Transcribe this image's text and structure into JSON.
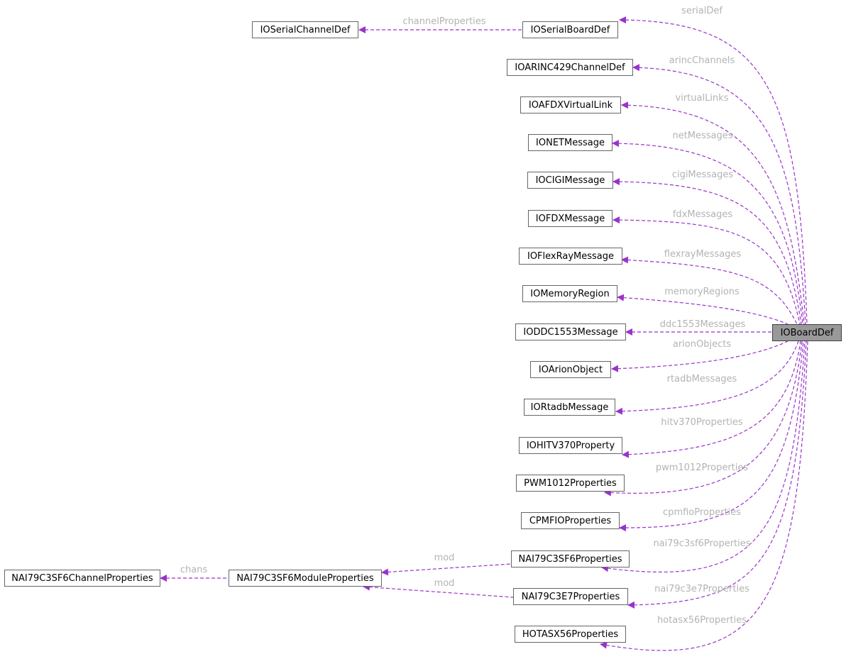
{
  "colors": {
    "edge": "#9a32cd",
    "label": "#b3b3b3",
    "node_border": "#666666",
    "root_fill": "#999999"
  },
  "nodes": {
    "root": "IOBoardDef",
    "serial_channel": "IOSerialChannelDef",
    "serial_board": "IOSerialBoardDef",
    "arinc": "IOARINC429ChannelDef",
    "afdx": "IOAFDXVirtualLink",
    "net": "IONETMessage",
    "cigi": "IOCIGIMessage",
    "fdx": "IOFDXMessage",
    "flexray": "IOFlexRayMessage",
    "memory": "IOMemoryRegion",
    "ddc": "IODDC1553Message",
    "arion": "IOArionObject",
    "rtadb": "IORtadbMessage",
    "hitv": "IOHITV370Property",
    "pwm": "PWM1012Properties",
    "cpmfio": "CPMFIOProperties",
    "nai_sf6": "NAI79C3SF6Properties",
    "nai_e7": "NAI79C3E7Properties",
    "hotas": "HOTASX56Properties",
    "nai_module": "NAI79C3SF6ModuleProperties",
    "nai_channel": "NAI79C3SF6ChannelProperties"
  },
  "edges": {
    "serialDef": "serialDef",
    "channelProperties": "channelProperties",
    "arincChannels": "arincChannels",
    "virtualLinks": "virtualLinks",
    "netMessages": "netMessages",
    "cigiMessages": "cigiMessages",
    "fdxMessages": "fdxMessages",
    "flexrayMessages": "flexrayMessages",
    "memoryRegions": "memoryRegions",
    "ddc1553Messages": "ddc1553Messages",
    "arionObjects": "arionObjects",
    "rtadbMessages": "rtadbMessages",
    "hitv370Properties": "hitv370Properties",
    "pwm1012Properties": "pwm1012Properties",
    "cpmfioProperties": "cpmfioProperties",
    "nai79c3sf6Properties": "nai79c3sf6Properties",
    "nai79c3e7Properties": "nai79c3e7Properties",
    "hotasx56Properties": "hotasx56Properties",
    "mod_sf6": "mod",
    "mod_e7": "mod",
    "chans": "chans"
  }
}
